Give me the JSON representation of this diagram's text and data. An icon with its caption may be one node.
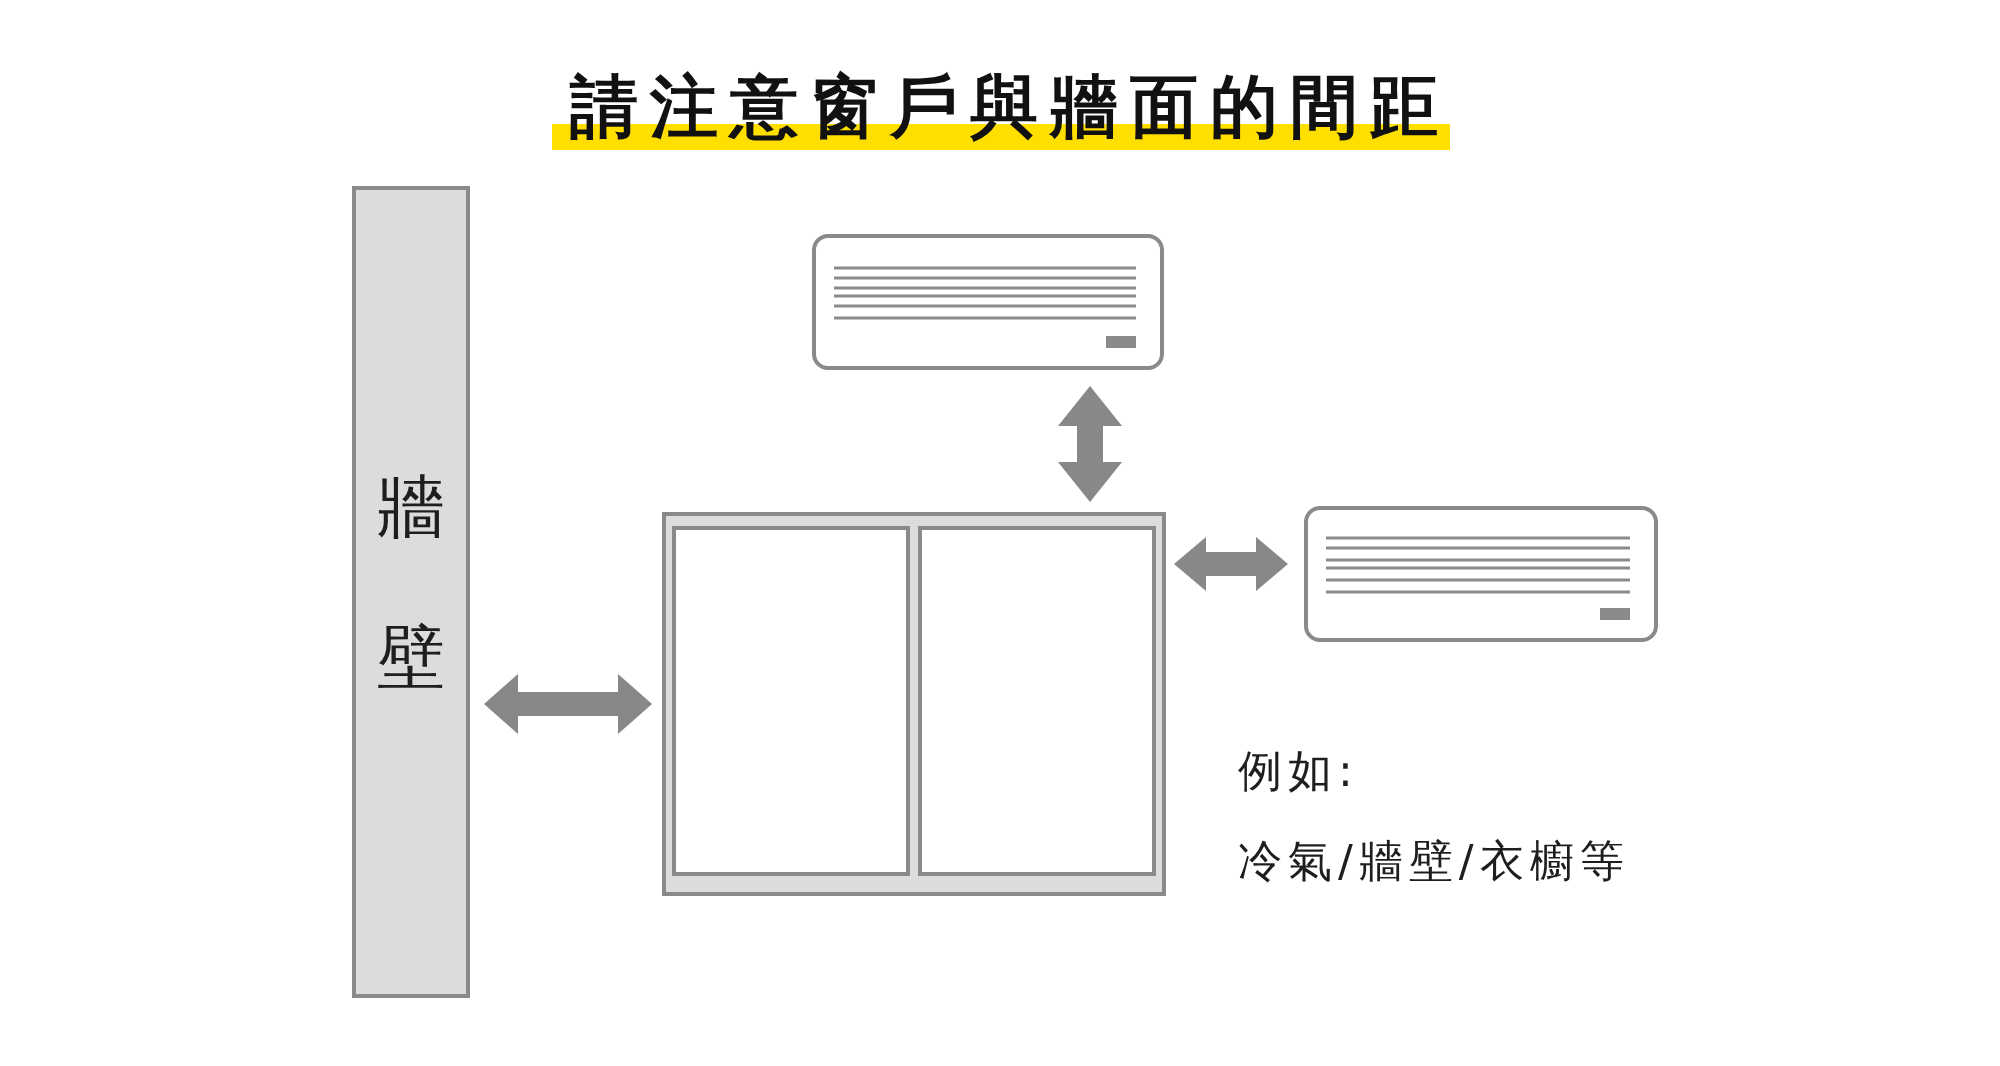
{
  "diagram": {
    "title": "請注意窗戶與牆面的間距",
    "nodes": [
      {
        "text": [
          "牆壁"
        ]
      },
      {
        "text": [],
        "shape": "picture"
      },
      {
        "text": [],
        "shape": "picture"
      },
      {
        "text": [],
        "shape": "picture"
      }
    ],
    "edges": [
      {
        "from": 2,
        "to": 1,
        "arrow": "both"
      },
      {
        "from": 1,
        "to": 3,
        "arrow": "both"
      },
      {
        "from": 0,
        "to": 1,
        "arrow": "both"
      }
    ],
    "labels": [
      "例如:",
      "冷氣/牆壁/衣櫥等"
    ]
  }
}
